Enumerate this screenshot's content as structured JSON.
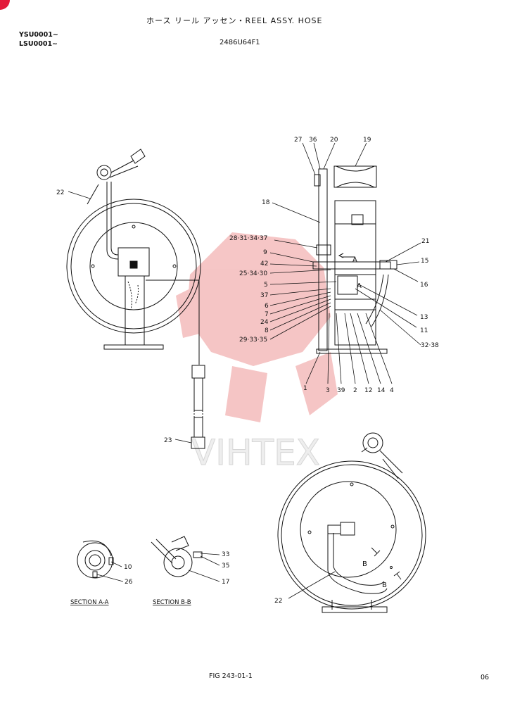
{
  "header": {
    "title": "ホース リール アッセン・REEL ASSY. HOSE",
    "serial_1": "YSU0001~",
    "serial_2": "LSU0001~",
    "part_number": "2486U64F1"
  },
  "footer": {
    "figure": "FIG 243-01-1",
    "page": "06"
  },
  "watermark": {
    "text": "VIHTEX",
    "color": "#f2b9b9"
  },
  "callouts": {
    "c22": "22",
    "c23": "23",
    "c27": "27",
    "c36": "36",
    "c20": "20",
    "c19": "19",
    "c18": "18",
    "c28": "28·31·34·37",
    "c9": "9",
    "c42": "42",
    "c25": "25·34·30",
    "c5": "5",
    "c37": "37",
    "c6": "6",
    "c7": "7",
    "c24": "24",
    "c8": "8",
    "c29": "29·33·35",
    "c21": "21",
    "c15": "15",
    "c16": "16",
    "c13": "13",
    "c11": "11",
    "c32": "32·38",
    "b1": "1",
    "b3": "3",
    "b39": "39",
    "b2": "2",
    "b12": "12",
    "b14": "14",
    "b4": "4",
    "sa": "A",
    "sb": "A",
    "c10": "10",
    "c26": "26",
    "c33": "33",
    "c35": "35",
    "c17": "17",
    "c22b": "22",
    "lb1": "B",
    "lb2": "B"
  },
  "sections": {
    "a": "SECTION A-A",
    "b": "SECTION B-B"
  }
}
